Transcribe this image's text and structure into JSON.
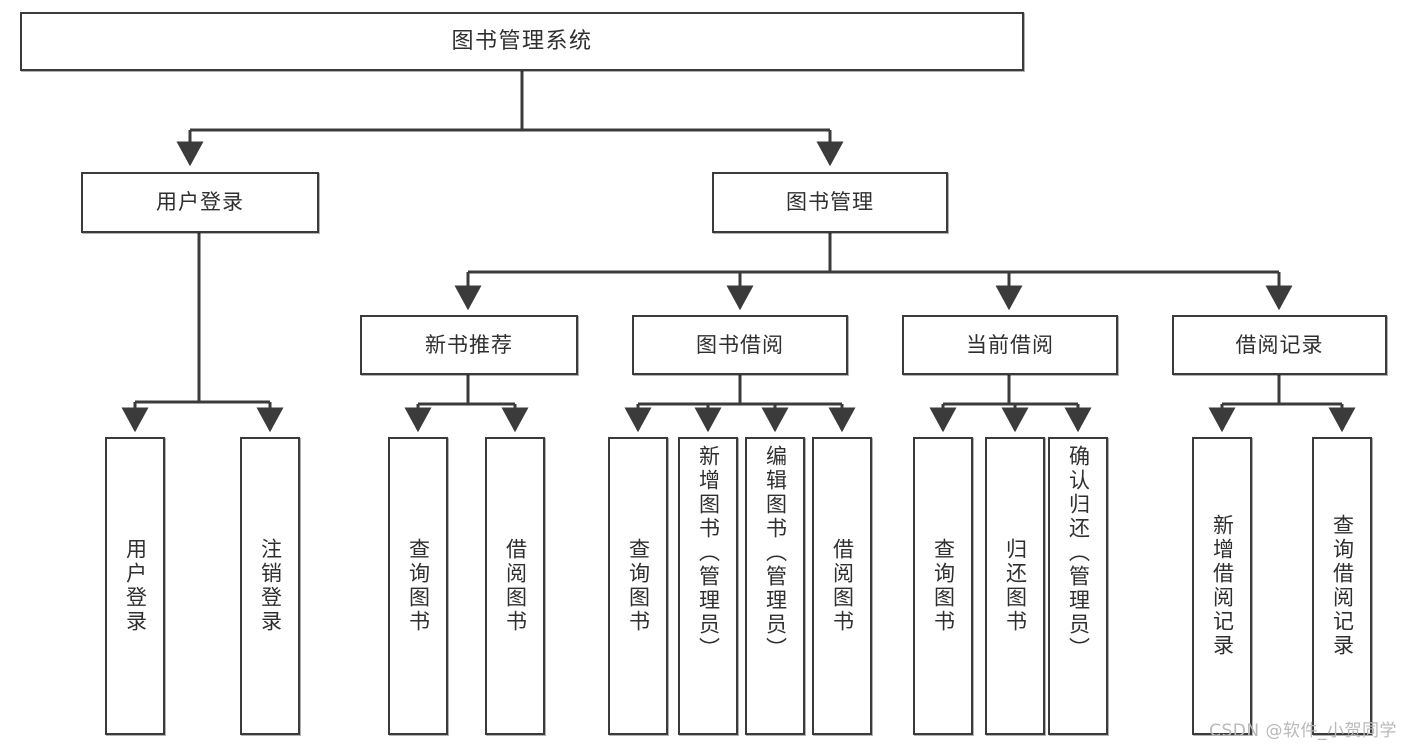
{
  "diagram": {
    "title": "图书管理系统",
    "type": "tree-hierarchy",
    "watermark": "CSDN @软件_小贺同学",
    "colors": {
      "box_border": "#3b3b3b",
      "box_fill": "#ffffff",
      "edge": "#3b3b3b",
      "text": "#2f2f2f",
      "watermark": "#b9b9b9"
    },
    "nodes": {
      "root": {
        "label": "图书管理系统"
      },
      "level1": [
        {
          "id": "user_login",
          "label": "用户登录"
        },
        {
          "id": "book_manage",
          "label": "图书管理"
        }
      ],
      "level2": [
        {
          "id": "new_book_rec",
          "label": "新书推荐"
        },
        {
          "id": "book_borrow",
          "label": "图书借阅"
        },
        {
          "id": "current_borrow",
          "label": "当前借阅"
        },
        {
          "id": "borrow_record",
          "label": "借阅记录"
        }
      ],
      "leaves": {
        "user_login": [
          {
            "id": "leaf_user_login",
            "label": "用户登录"
          },
          {
            "id": "leaf_logout",
            "label": "注销登录"
          }
        ],
        "new_book_rec": [
          {
            "id": "leaf_query_book_1",
            "label": "查询图书"
          },
          {
            "id": "leaf_borrow_book_1",
            "label": "借阅图书"
          }
        ],
        "book_borrow": [
          {
            "id": "leaf_query_book_2",
            "label": "查询图书"
          },
          {
            "id": "leaf_add_book",
            "label": "新增图书（管理员）"
          },
          {
            "id": "leaf_edit_book",
            "label": "编辑图书（管理员）"
          },
          {
            "id": "leaf_borrow_book_2",
            "label": "借阅图书"
          }
        ],
        "current_borrow": [
          {
            "id": "leaf_query_book_3",
            "label": "查询图书"
          },
          {
            "id": "leaf_return_book",
            "label": "归还图书"
          },
          {
            "id": "leaf_confirm_return",
            "label": "确认归还（管理员）"
          }
        ],
        "borrow_record": [
          {
            "id": "leaf_add_record",
            "label": "新增借阅记录"
          },
          {
            "id": "leaf_query_record",
            "label": "查询借阅记录"
          }
        ]
      }
    }
  }
}
